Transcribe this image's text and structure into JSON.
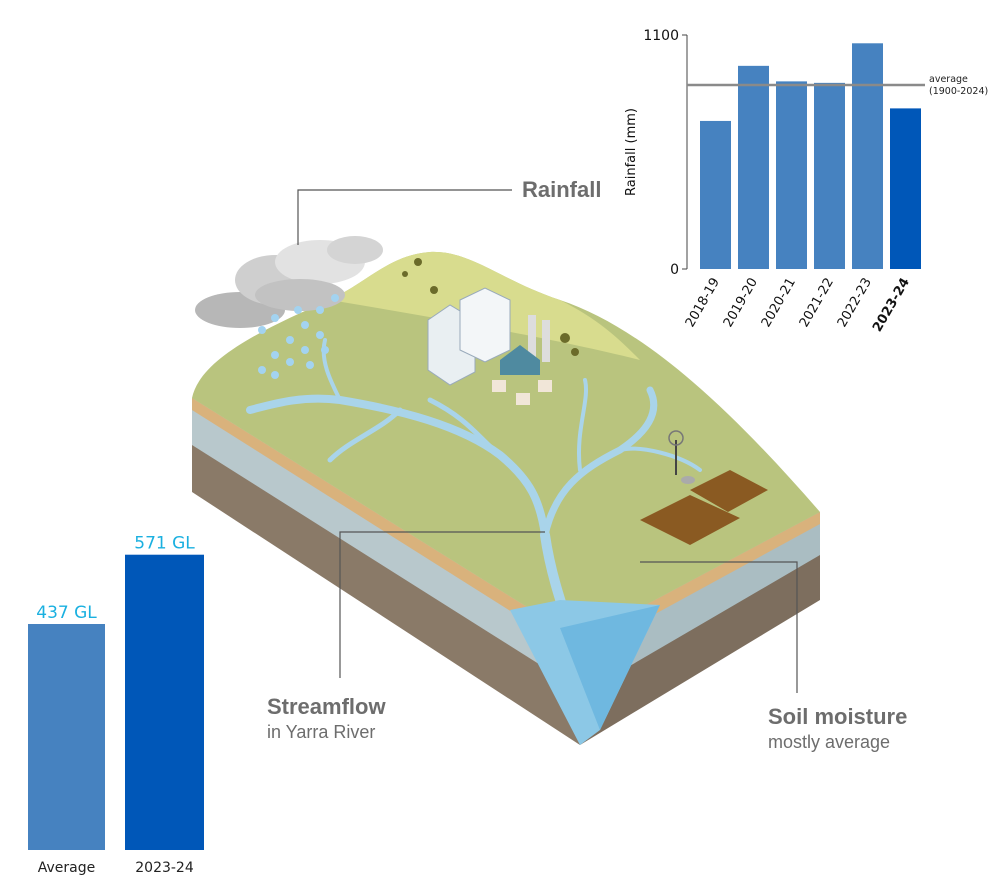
{
  "labels": {
    "rainfall": "Rainfall",
    "streamflow_title": "Streamflow",
    "streamflow_sub": "in Yarra River",
    "soil_title": "Soil moisture",
    "soil_sub": "mostly average"
  },
  "colors": {
    "bar": "#4682c0",
    "highlight": "#0057b8",
    "value_label": "#1ab0e0",
    "label_gray": "#6d6d6d"
  },
  "chart_data": [
    {
      "type": "bar",
      "title": "",
      "ylabel": "Rainfall (mm)",
      "xlabel": "",
      "ylim": [
        0,
        1100
      ],
      "yticks": [
        "0",
        "1100"
      ],
      "categories": [
        "2018-19",
        "2019-20",
        "2020-21",
        "2021-22",
        "2022-23",
        "2023-24"
      ],
      "values": [
        696,
        955,
        882,
        875,
        1061,
        755
      ],
      "highlight_category": "2023-24",
      "reference_line": {
        "value": 865,
        "label_line1": "average",
        "label_line2": "(1900-2024)"
      }
    },
    {
      "type": "bar",
      "title": "Streamflow",
      "categories": [
        "Average",
        "2023-24"
      ],
      "values": [
        437,
        571
      ],
      "value_labels": [
        "437 GL",
        "571 GL"
      ],
      "unit": "GL"
    }
  ]
}
